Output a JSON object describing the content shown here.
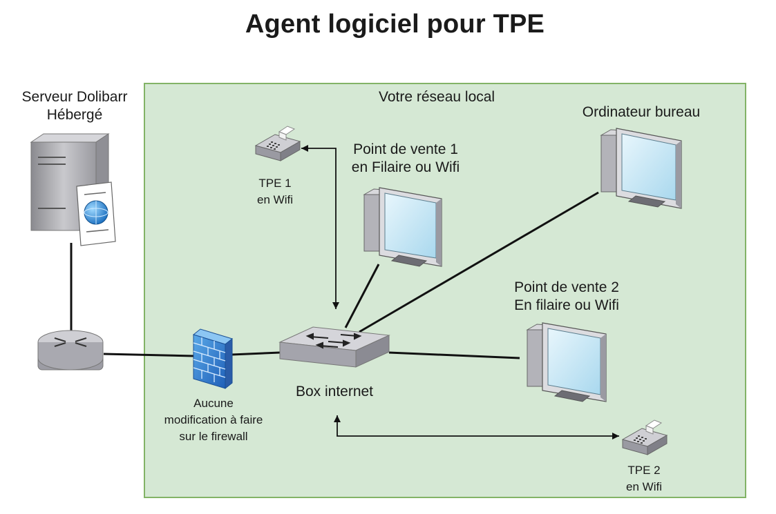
{
  "title": "Agent logiciel pour TPE",
  "zone": {
    "label": "Votre réseau local",
    "fill": "#d5e8d4",
    "stroke": "#82b366"
  },
  "nodes": {
    "server": {
      "lines": [
        "Serveur Dolibarr",
        "Hébergé"
      ],
      "icon": "server-icon"
    },
    "router": {
      "icon": "router-icon"
    },
    "firewall": {
      "lines": [
        "Aucune",
        "modification à faire",
        "sur le firewall"
      ],
      "icon": "firewall-icon"
    },
    "box": {
      "lines": [
        "Box internet"
      ],
      "icon": "switch-icon"
    },
    "tpe1": {
      "lines": [
        "TPE 1",
        "en Wifi"
      ],
      "icon": "payment-terminal-icon"
    },
    "pos1": {
      "lines": [
        "Point de vente 1",
        "en Filaire ou Wifi"
      ],
      "icon": "computer-icon"
    },
    "office": {
      "lines": [
        "Ordinateur bureau"
      ],
      "icon": "computer-icon"
    },
    "pos2": {
      "lines": [
        "Point de vente 2",
        "En filaire ou Wifi"
      ],
      "icon": "computer-icon"
    },
    "tpe2": {
      "lines": [
        "TPE 2",
        "en Wifi"
      ],
      "icon": "payment-terminal-icon"
    }
  },
  "links": [
    {
      "from": "server",
      "to": "router",
      "style": "solid"
    },
    {
      "from": "router",
      "to": "firewall",
      "style": "solid"
    },
    {
      "from": "firewall",
      "to": "box",
      "style": "solid"
    },
    {
      "from": "box",
      "to": "pos1",
      "style": "solid"
    },
    {
      "from": "box",
      "to": "office",
      "style": "solid"
    },
    {
      "from": "box",
      "to": "pos2",
      "style": "solid"
    },
    {
      "from": "tpe1",
      "to": "box",
      "style": "arrow-both"
    },
    {
      "from": "box",
      "to": "tpe2",
      "style": "arrow-both"
    }
  ]
}
